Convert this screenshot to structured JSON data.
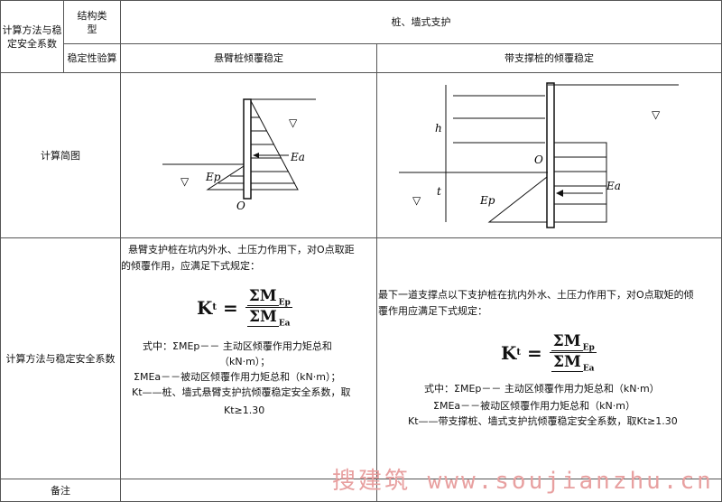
{
  "header": {
    "col1": "计算方法与稳定安全系数",
    "col2_top": "结构类型",
    "col2_bottom": "稳定性验算",
    "span_title": "桩、墙式支护",
    "col3": "悬臂桩倾覆稳定",
    "col4": "带支撑桩的倾覆稳定"
  },
  "rows": {
    "diagram_label": "计算简图",
    "method_label": "计算方法与稳定安全系数",
    "remarks_label": "备注"
  },
  "diagram_labels": {
    "ea": "Ea",
    "ep": "Ep",
    "o": "O",
    "h": "h",
    "t": "t"
  },
  "left": {
    "intro1": "悬臂支护桩在坑内外水、土压力作用下，对O点取距",
    "intro2": "的倾覆作用，应满足下式规定：",
    "kt": "K",
    "kt_sub": "t",
    "num": "ΣM",
    "num_sub": "Ep",
    "den": "ΣM",
    "den_sub": "Ea",
    "line1": "式中：ΣMEp－－ 主动区倾覆作用力矩总和",
    "line2": "（kN·m）；",
    "line3": "ΣMEa－－被动区倾覆作用力矩总和（kN·m）；",
    "line4": "Kt——桩、墙式悬臂支护抗倾覆稳定安全系数，取",
    "line5": "Kt≥1.30"
  },
  "right": {
    "intro1": "最下一道支撑点以下支护桩在抗内外水、土压力作用下，对O点取矩的倾",
    "intro2": "覆作用应满足下式规定：",
    "kt": "K",
    "kt_sub": "t",
    "num": "ΣM",
    "num_sub": "Ep",
    "den": "ΣM",
    "den_sub": "Ea",
    "line1": "式中：ΣMEp－－ 主动区倾覆作用力矩总和（kN·m）",
    "line2": "ΣMEa－－被动区倾覆作用力矩总和（kN·m）",
    "line3": "Kt——带支撑桩、墙式支护抗倾覆稳定安全系数，取Kt≥1.30"
  },
  "watermark": "搜建筑 www.soujianzhu.cn"
}
